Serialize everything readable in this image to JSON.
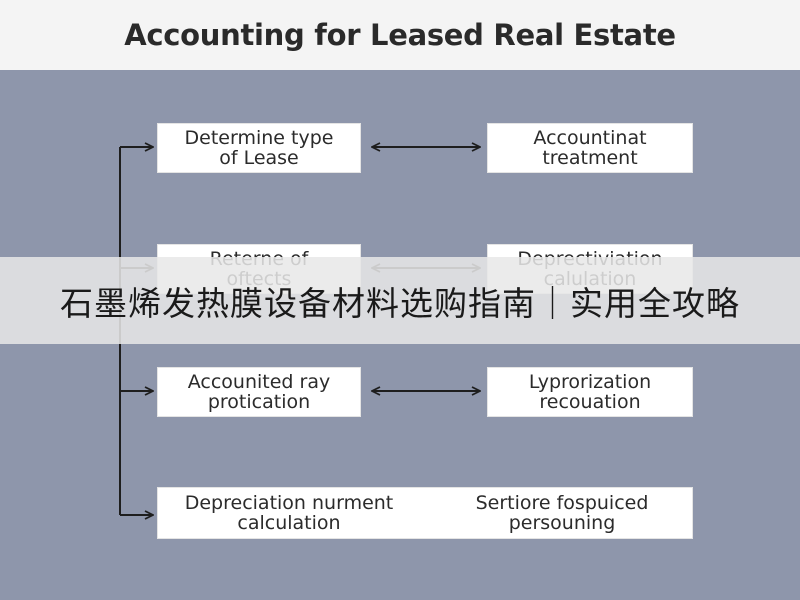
{
  "title": "Accounting for Leased Real Estate",
  "boxes": {
    "r1_left": "Determine type\nof Lease",
    "r1_right": "Accountinat\ntreatment",
    "r2_left": "Reterne of\noftects",
    "r2_right": "Deprectiviation\ncalulation",
    "r3_left": "Accounited ray\nprotication",
    "r3_right": "Lyprorization\nrecouation",
    "r4_left": "Depreciation nurment\ncalculation",
    "r4_right": "Sertiore fospuiced\npersouning"
  },
  "banner_text": "石墨烯发热膜设备材料选购指南｜实用全攻略",
  "colors": {
    "background": "#8e96ab",
    "header": "#f4f4f4",
    "box": "#ffffff",
    "line": "#1e1e1e"
  }
}
